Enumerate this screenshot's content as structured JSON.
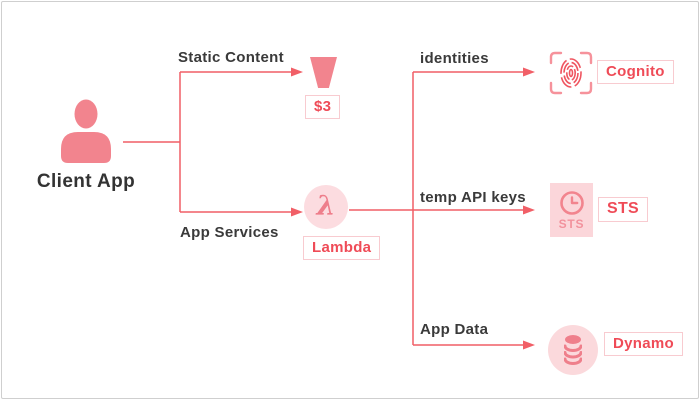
{
  "diagram": {
    "colors": {
      "connector": "#f15f67",
      "icon_solid": "#f2848e",
      "icon_fill_light": "#fbd7db",
      "badge_border": "#f8cbd0",
      "badge_text": "#ef4b57",
      "label_text": "#3a3a3a"
    },
    "nodes": {
      "client": {
        "label": "Client App",
        "icon": "person-icon"
      },
      "s3": {
        "badge": "$3",
        "icon": "bucket-icon"
      },
      "lambda": {
        "badge": "Lambda",
        "glyph": "λ",
        "icon": "lambda-icon"
      },
      "cognito": {
        "badge": "Cognito",
        "icon": "fingerprint-scan-icon"
      },
      "sts": {
        "badge": "STS",
        "icon_caption": "STS",
        "icon": "clock-icon"
      },
      "dynamo": {
        "badge": "Dynamo",
        "icon": "database-icon"
      }
    },
    "edges": {
      "static_content": {
        "label": "Static Content",
        "from": "client",
        "to": "s3"
      },
      "app_services": {
        "label": "App Services",
        "from": "client",
        "to": "lambda"
      },
      "identities": {
        "label": "identities",
        "from": "lambda",
        "to": "cognito"
      },
      "temp_api_keys": {
        "label": "temp API keys",
        "from": "lambda",
        "to": "sts"
      },
      "app_data": {
        "label": "App Data",
        "from": "lambda",
        "to": "dynamo"
      }
    }
  }
}
